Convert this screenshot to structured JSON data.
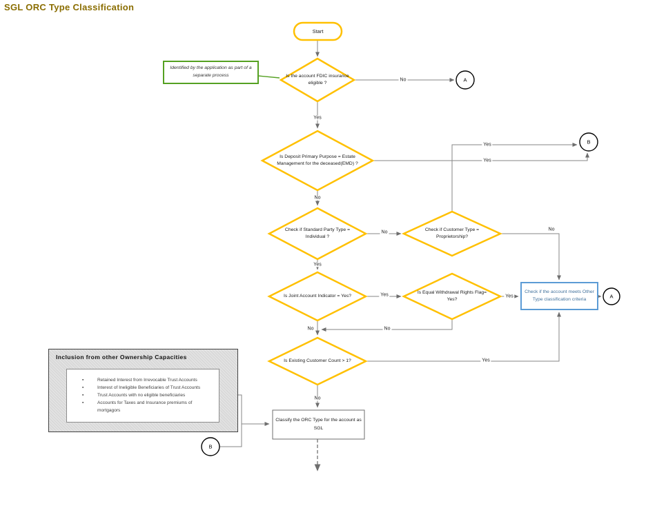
{
  "page": {
    "title": "SGL ORC Type Classification"
  },
  "colors": {
    "title": "#8A6D00",
    "shape_border_gold": "#FFC000",
    "annotation_green": "#54A021",
    "blue_box_border": "#5B9BD5",
    "blue_box_text": "#41719C",
    "connector_line": "#808080",
    "inclusion_fill": "#D9D9D9"
  },
  "nodes": {
    "start": "Start",
    "green_note": "Identified by the application as part of a separate process",
    "fdic": "Is the account FDIC insurance eligible ?",
    "emd": "Is Deposit Primary Purpose = Estate Management for the deceased(EMD) ?",
    "party_type": "Check if Standard Party Type = Individual ?",
    "customer_type": "Check if Customer Type = Proprietorship?",
    "joint_account": "Is Joint Account Indicator = Yes?",
    "equal_withdrawal": "Is Equal Withdrawal Rights Flag= Yes?",
    "other_type": "Check if the account meets Other Type classification criteria",
    "existing_customer": "Is Existing Customer Count > 1?",
    "classify": "Classify the ORC Type for the account as SGL",
    "connector_a": "A",
    "connector_b": "B"
  },
  "edge_labels": {
    "fdic_no": "No",
    "fdic_yes": "Yes",
    "prop_to_b_yes": "Yes",
    "emd_to_b_yes": "Yes",
    "emd_no": "No",
    "party_no": "No",
    "customer_no": "No",
    "party_yes": "Yes",
    "joint_yes": "Yes",
    "equal_yes": "Yes",
    "equal_no": "No",
    "joint_no": "No",
    "existing_yes": "Yes",
    "existing_no": "No"
  },
  "inclusion_box": {
    "title": "Inclusion from other Ownership Capacities",
    "items": [
      "Retained Interest from Irrevocable Trust Accounts",
      "Interest of Ineligible Beneficiaries of Trust Accounts",
      "Trust Accounts with no eligible beneficiaries",
      "Accounts for Taxes and Insurance premiums of mortgagors"
    ]
  }
}
